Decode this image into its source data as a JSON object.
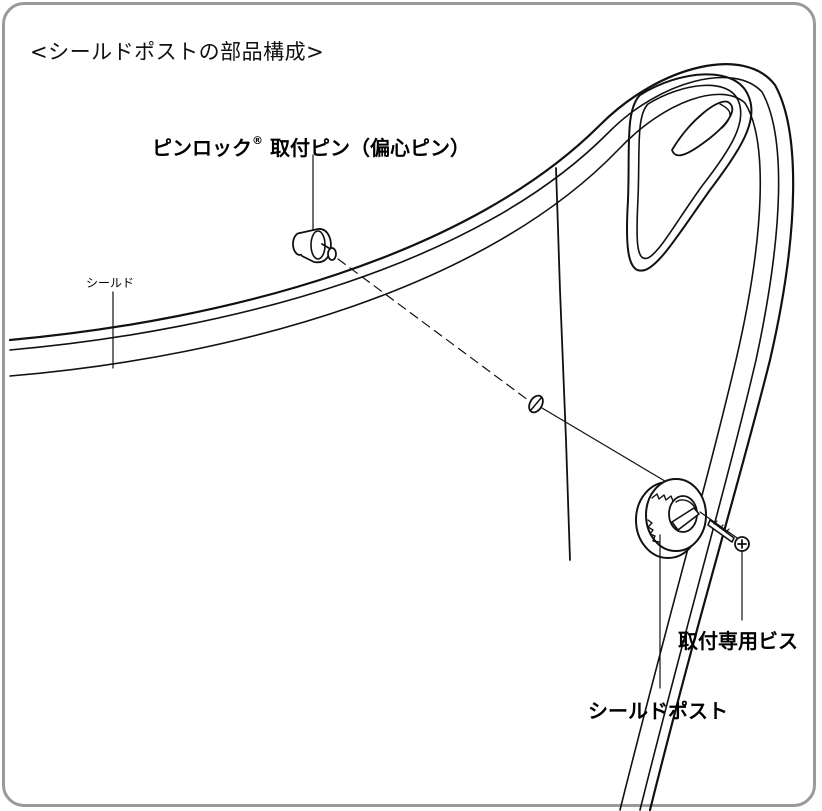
{
  "title": "<シールドポストの部品構成>",
  "labels": {
    "pinlock_pin_main": "ピンロック",
    "pinlock_pin_reg": "®",
    "pinlock_pin_rest": " 取付ピン（偏心ピン）",
    "shield": "シールド",
    "screw": "取付専用ビス",
    "shield_post": "シールドポスト"
  },
  "colors": {
    "frame": "#9a9a9a",
    "line": "#111111",
    "background": "#ffffff"
  }
}
